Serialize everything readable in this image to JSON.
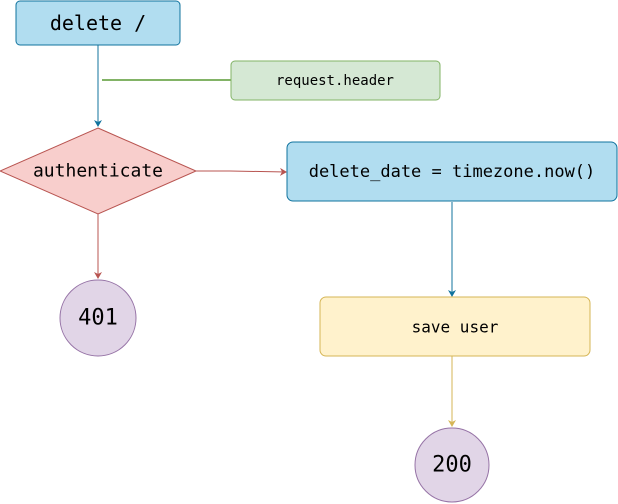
{
  "nodes": {
    "start": {
      "label": "delete /"
    },
    "header": {
      "label": "request.header"
    },
    "auth": {
      "label": "authenticate"
    },
    "set_date": {
      "label": "delete_date = timezone.now()"
    },
    "save": {
      "label": "save user"
    },
    "unauthorized": {
      "label": "401"
    },
    "ok": {
      "label": "200"
    }
  },
  "colors": {
    "blue_fill": "#b1ddf0",
    "blue_stroke": "#10739e",
    "green_fill": "#d5e8d4",
    "green_stroke": "#82b366",
    "red_fill": "#f8cecc",
    "red_stroke": "#b85450",
    "yellow_fill": "#fff2cc",
    "yellow_stroke": "#d6b656",
    "purple_fill": "#e1d5e7",
    "purple_stroke": "#9673a6"
  }
}
